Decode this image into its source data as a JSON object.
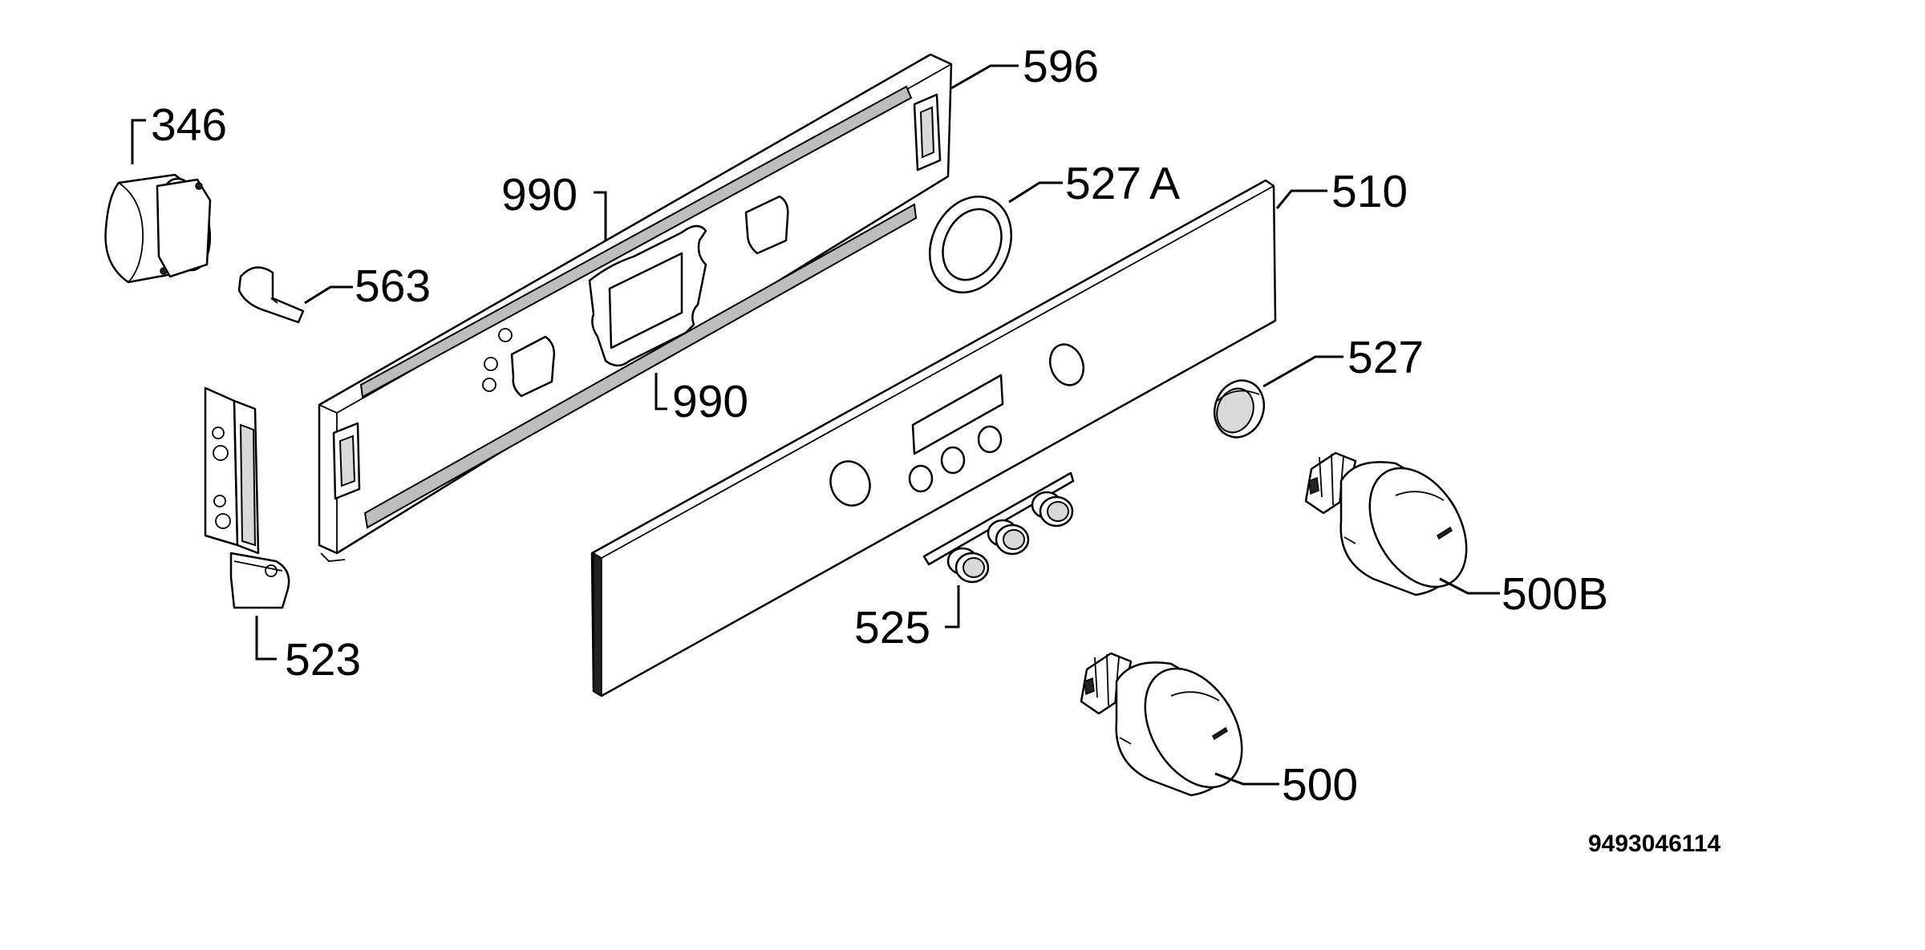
{
  "labels": {
    "p346": "346",
    "p563": "563",
    "p523": "523",
    "p990a": "990",
    "p990b": "990",
    "p596": "596",
    "p527a": "527",
    "p527a_suffix": "A",
    "p510": "510",
    "p527": "527",
    "p525": "525",
    "p500b": "500B",
    "p500": "500"
  },
  "document_number": "9493046114"
}
